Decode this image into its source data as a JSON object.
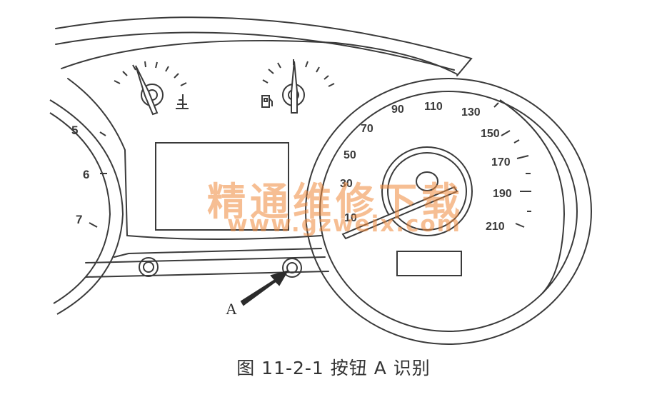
{
  "figure": {
    "caption": "图 11-2-1   按钮 A 识别",
    "callout_label": "A",
    "tachometer": {
      "tick_labels": [
        "5",
        "6",
        "7"
      ]
    },
    "speedometer": {
      "tick_labels": [
        "10",
        "30",
        "50",
        "70",
        "90",
        "110",
        "130",
        "150",
        "170",
        "190",
        "210"
      ]
    },
    "coolant_gauge": {
      "icon": "coolant-temperature-icon"
    },
    "fuel_gauge": {
      "icon": "fuel-pump-icon"
    }
  },
  "watermark": {
    "text_cn": "精通维修下载",
    "text_url": "www.gzweix.com",
    "color": "#f08a3c"
  },
  "colors": {
    "line": "#3a3a3a",
    "callout_arrow": "#2b2b2b"
  }
}
